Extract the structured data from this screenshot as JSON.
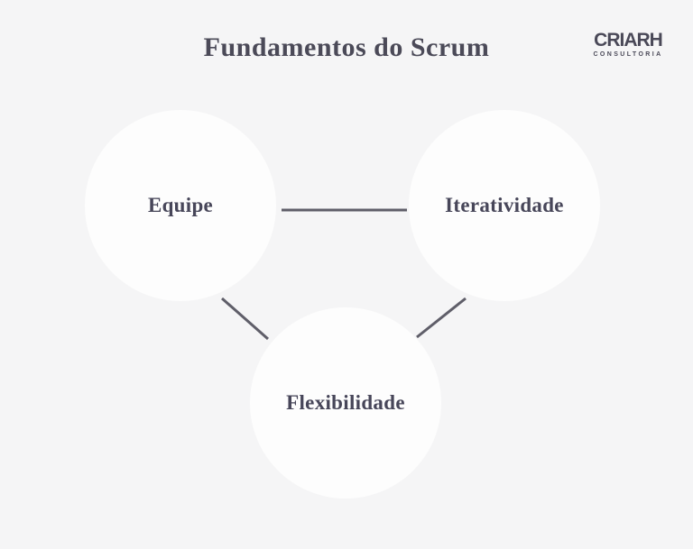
{
  "title": "Fundamentos do Scrum",
  "logo": {
    "name": "CRIARH",
    "subtitle": "CONSULTORIA"
  },
  "diagram": {
    "nodes": [
      {
        "id": "equipe",
        "label": "Equipe"
      },
      {
        "id": "iteratividade",
        "label": "Iteratividade"
      },
      {
        "id": "flexibilidade",
        "label": "Flexibilidade"
      }
    ],
    "edges": [
      {
        "from": "equipe",
        "to": "iteratividade"
      },
      {
        "from": "equipe",
        "to": "flexibilidade"
      },
      {
        "from": "iteratividade",
        "to": "flexibilidade"
      }
    ]
  },
  "colors": {
    "background": "#f5f5f6",
    "circle_fill": "#fdfdfd",
    "text": "#474659",
    "connector": "#5f5e69"
  }
}
